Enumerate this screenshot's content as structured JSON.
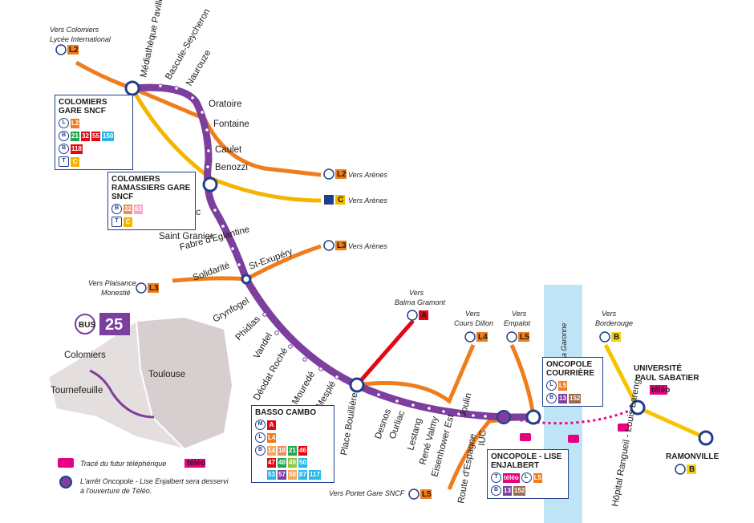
{
  "colors": {
    "bus25": "#7c3f9e",
    "tram_l2": "#f07d1d",
    "train_c": "#f4b400",
    "metro_a": "#e30613",
    "metro_b": "#f7d117",
    "teleo": "#e8007f",
    "text_blue": "#1f3f8c",
    "garonne": "#9ad2ef"
  },
  "line_badge": {
    "mode": "BUS",
    "number": "25"
  },
  "stops": [
    "Médiathèque Pavillon Blanc",
    "Bascule-Seycheron",
    "Naurouze",
    "Oratoire",
    "Fontaine",
    "Caulet",
    "Benozzi",
    "Séverac",
    "Saint Granier",
    "Fabre d'Eglantine",
    "Solidarité",
    "St-Exupéry",
    "Grynfogel",
    "Phidias",
    "Vandel",
    "Déodat Roché",
    "Mouredé",
    "Mesplé",
    "Place Bouillière",
    "Desnos",
    "Ourliac",
    "Lestang",
    "René Valmy",
    "Eisenhower Est",
    "Joulin",
    "Route d'Espagne",
    "IUC"
  ],
  "terminals": {
    "end": "RAMONVILLE"
  },
  "connections": {
    "colomiers_lycee": {
      "text1": "Vers Colomiers",
      "text2": "Lycée International",
      "badge": "L2"
    },
    "arenes_l2": {
      "text": "Vers Arènes",
      "badge": "L2"
    },
    "arenes_c": {
      "text": "Vers Arènes",
      "badge": "C"
    },
    "arenes_l3": {
      "text": "Vers Arènes",
      "badge": "L3"
    },
    "plaisance": {
      "text1": "Vers Plaisance",
      "text2": "Monestié",
      "badge": "L3"
    },
    "balma": {
      "text1": "Vers",
      "text2": "Balma Gramont",
      "badge": "A"
    },
    "cours_dillon": {
      "text1": "Vers",
      "text2": "Cours Dillon",
      "badge": "L4"
    },
    "empalot": {
      "text1": "Vers",
      "text2": "Empalot",
      "badge": "L5"
    },
    "borderouge": {
      "text1": "Vers",
      "text2": "Borderouge",
      "badge": "B"
    },
    "portet": {
      "text": "Vers Portet Gare SNCF",
      "badge": "L5"
    }
  },
  "hubs": {
    "colomiers_gare": {
      "title": "COLOMIERS GARE SNCF",
      "l": "L2",
      "buses": [
        "21",
        "32",
        "55",
        "150"
      ],
      "bus2": "118",
      "train": "C"
    },
    "ramassiers": {
      "title": "COLOMIERS RAMASSIERS GARE SNCF",
      "buses": [
        "32",
        "63"
      ],
      "train": "C"
    },
    "basso_cambo": {
      "title": "BASSO CAMBO",
      "metro": "A",
      "l": "L4",
      "buses": [
        "14",
        "18",
        "21",
        "46",
        "47",
        "48",
        "49",
        "50",
        "53",
        "57",
        "58",
        "87",
        "117"
      ]
    },
    "courriere": {
      "title": "ONCOPOLE COURRIÈRE",
      "l": "L5",
      "buses": [
        "13",
        "152"
      ]
    },
    "lise_enjalbert": {
      "title": "ONCOPOLE - LISE ENJALBERT",
      "teleo": "téléo",
      "l": "L5",
      "buses": [
        "13",
        "152"
      ]
    },
    "univ": {
      "title": "UNIVERSITÉ PAUL SABATIER",
      "teleo": "téléo"
    },
    "ramonville": {
      "metro": "B"
    }
  },
  "river": "La Garonne",
  "cable_stop": "Hôpital Rangueil - Louis Lareng",
  "mini_map": {
    "labels": [
      "Colomiers",
      "Toulouse",
      "Tournefeuille"
    ]
  },
  "legend": {
    "teleo_text": "Tracé du futur téléphérique",
    "teleo_badge": "téléo",
    "note": "L'arrêt Oncopole - Lise Enjalbert sera desservi à l'ouverture de Téléo."
  }
}
